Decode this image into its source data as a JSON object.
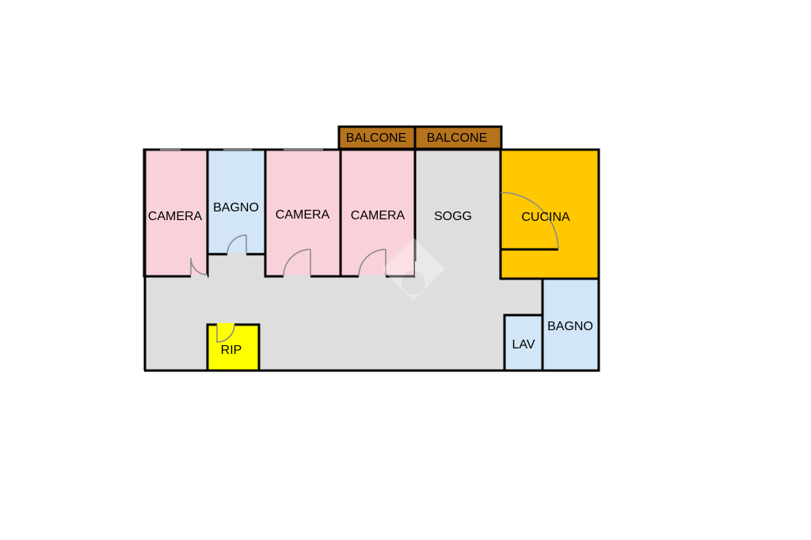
{
  "plan": {
    "rooms": [
      {
        "id": "camera-1",
        "label": "CAMERA",
        "color": "#f9d1d9"
      },
      {
        "id": "bagno-1",
        "label": "BAGNO",
        "color": "#d2e6f7"
      },
      {
        "id": "camera-2",
        "label": "CAMERA",
        "color": "#f9d1d9"
      },
      {
        "id": "camera-3",
        "label": "CAMERA",
        "color": "#f9d1d9"
      },
      {
        "id": "sogg",
        "label": "SOGG",
        "color": "#dedede"
      },
      {
        "id": "cucina",
        "label": "CUCINA",
        "color": "#ffc800"
      },
      {
        "id": "bagno-2",
        "label": "BAGNO",
        "color": "#d2e6f7"
      },
      {
        "id": "lav",
        "label": "LAV",
        "color": "#d2e6f7"
      },
      {
        "id": "rip",
        "label": "RIP",
        "color": "#ffff00"
      },
      {
        "id": "balcone-1",
        "label": "BALCONE",
        "color": "#b5731c"
      },
      {
        "id": "balcone-2",
        "label": "BALCONE",
        "color": "#b5731c"
      }
    ],
    "corridor_color": "#dedede",
    "wall_color": "#000000"
  }
}
